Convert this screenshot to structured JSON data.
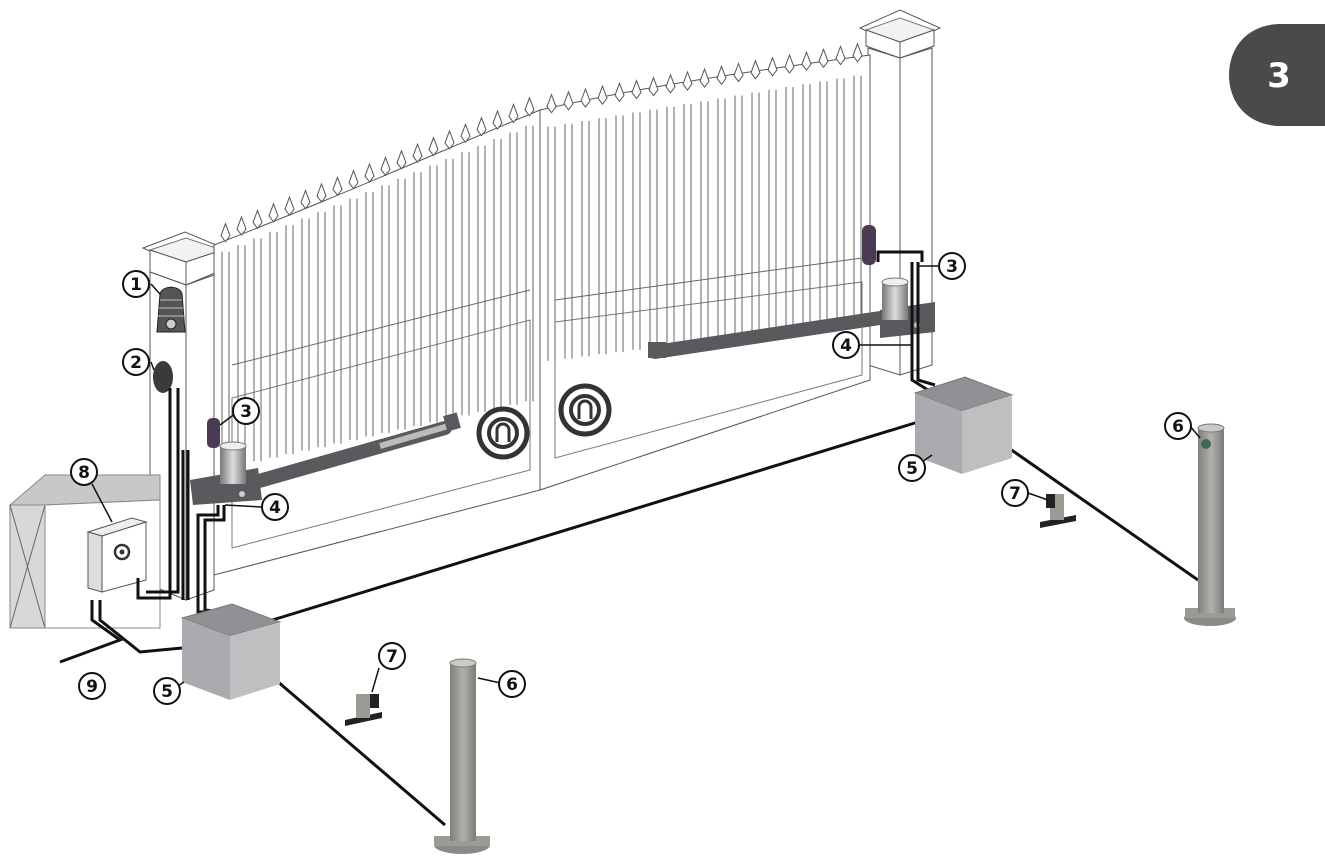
{
  "page_badge": {
    "label": "3",
    "color": "#4a4a4d"
  },
  "callouts": [
    {
      "label": "1",
      "component": "flashing-light"
    },
    {
      "label": "2",
      "component": "key-selector"
    },
    {
      "label": "3",
      "component": "photocell-left"
    },
    {
      "label": "3",
      "component": "photocell-right"
    },
    {
      "label": "4",
      "component": "motor-left"
    },
    {
      "label": "4",
      "component": "motor-right"
    },
    {
      "label": "5",
      "component": "junction-box-left"
    },
    {
      "label": "5",
      "component": "junction-box-right"
    },
    {
      "label": "6",
      "component": "column-front"
    },
    {
      "label": "6",
      "component": "column-right"
    },
    {
      "label": "7",
      "component": "gate-stop-front"
    },
    {
      "label": "7",
      "component": "gate-stop-right"
    },
    {
      "label": "8",
      "component": "control-unit"
    },
    {
      "label": "9",
      "component": "power-supply-cable"
    }
  ],
  "colors": {
    "cable": "#111111",
    "motor": "#5a5a5e",
    "box": "#a9abae",
    "column": "#9a9b95",
    "photocell": "#4a3a52"
  }
}
